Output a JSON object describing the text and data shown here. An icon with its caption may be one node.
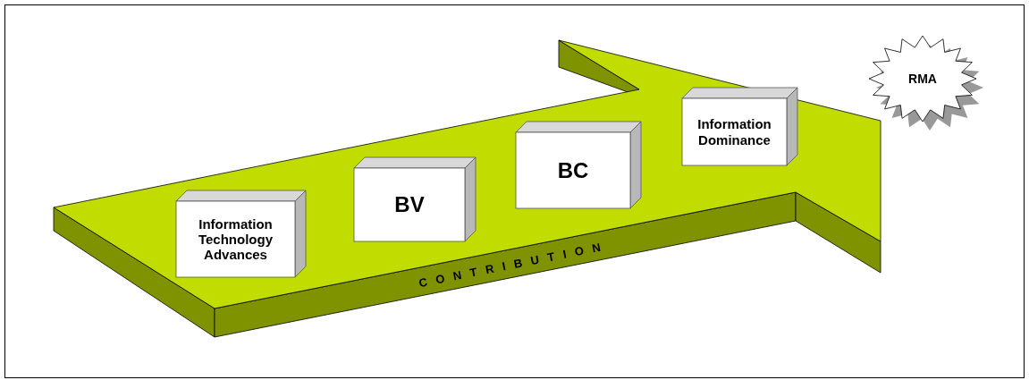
{
  "diagram": {
    "nodes": [
      {
        "text": [
          "CONTRIBUTION"
        ]
      },
      {
        "text": [
          "Information Technology Advances"
        ],
        "in": 0
      },
      {
        "text": [
          "BV"
        ],
        "in": 0
      },
      {
        "text": [
          "BC"
        ],
        "in": 0
      },
      {
        "text": [
          "Information Dominance"
        ],
        "in": 0
      },
      {
        "text": [
          "RMA"
        ]
      }
    ]
  }
}
